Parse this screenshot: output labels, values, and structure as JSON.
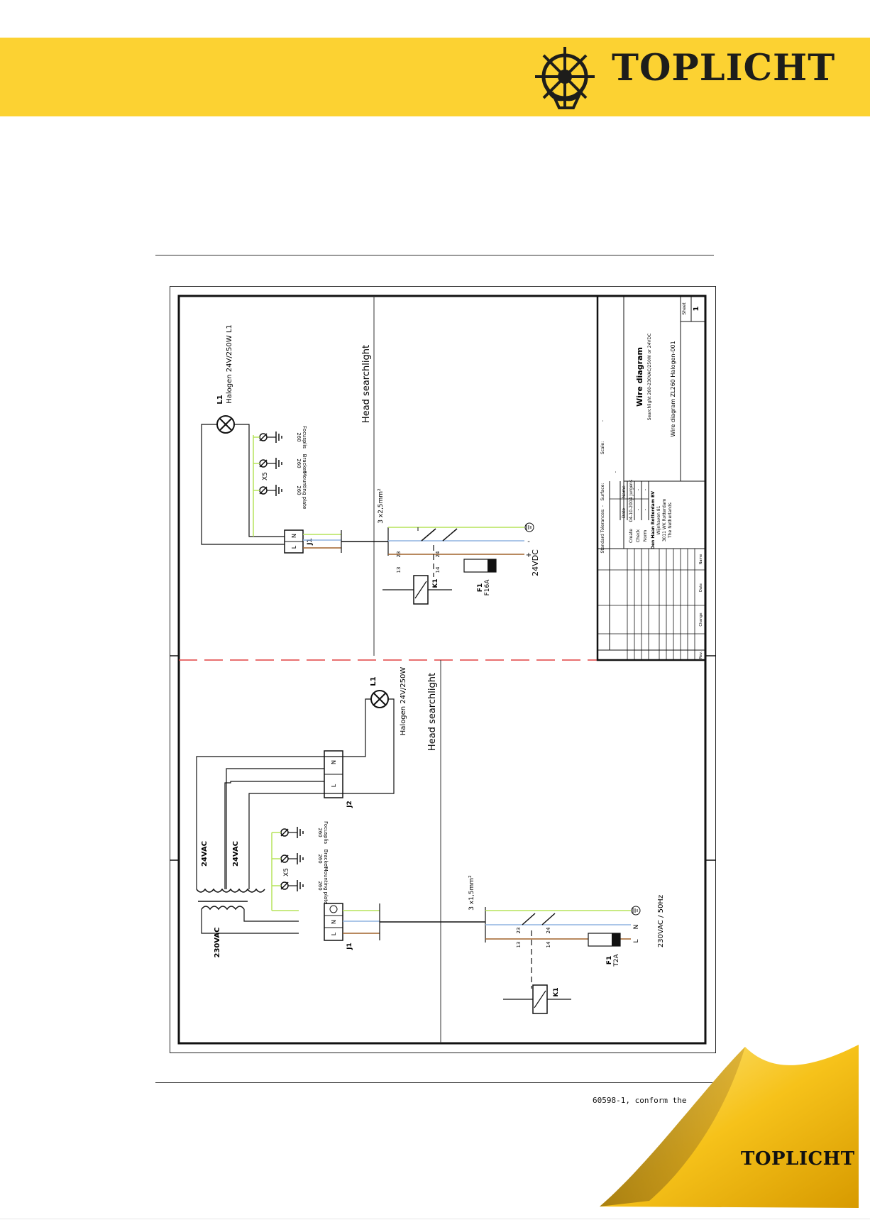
{
  "header": {
    "brand": "TOPLICHT"
  },
  "drawing": {
    "upper_circuit": {
      "lamp_ref": "L1",
      "lamp_spec": "Halogen 24V/250W L1",
      "zone_label": "Head searchlight",
      "cable": "3 x2,5mm²",
      "ground_points": [
        {
          "name": "Mounting plate",
          "num": "260"
        },
        {
          "name": "Bracket",
          "num": "260"
        },
        {
          "name": "Focusplis",
          "num": "260"
        }
      ],
      "ground_ref": "X5",
      "connector": "J1",
      "terminals": [
        "L",
        "N"
      ],
      "contacts": [
        "13",
        "23",
        "14",
        "24"
      ],
      "fuse_ref": "F1",
      "fuse_rating": "F16A",
      "relay_ref": "K1",
      "polarity_minus": "-",
      "polarity_plus": "+",
      "supply": "24VDC"
    },
    "lower_circuit": {
      "lamp_ref": "L1",
      "lamp_spec": "Halogen 24V/250W",
      "zone_label": "Head searchlight",
      "cable": "3 x1,5mm²",
      "connector_upper": "J2",
      "connector_lower": "J1",
      "terminals": [
        "L",
        "N"
      ],
      "transformer_secondary_1": "24VAC",
      "transformer_secondary_2": "24VAC",
      "transformer_primary": "230VAC",
      "ground_points": [
        {
          "name": "Mounting plate",
          "num": "260"
        },
        {
          "name": "Bracket",
          "num": "260"
        },
        {
          "name": "Focusplis",
          "num": "260"
        }
      ],
      "ground_ref": "X5",
      "contacts": [
        "13",
        "23",
        "14",
        "24"
      ],
      "fuse_ref": "F1",
      "fuse_rating": "T2A",
      "relay_ref": "K1",
      "phase_n": "N",
      "phase_l": "L",
      "supply": "230VAC / 50Hz"
    },
    "title_block": {
      "title": "Wire diagram",
      "subtitle": "Searchlight 260-230VAC/250W or 24VDC",
      "drawing_name": "Wire diagram ZL260 Halogen-001",
      "sheet_label": "Sheet",
      "sheet_number": "1",
      "scale_label": "Scale:",
      "scale_value": "-",
      "tolerances_label": "Standard Tolerances:",
      "tolerances_value": "-",
      "surface_label": "Surface:",
      "surface_value": "-",
      "date_label": "Date",
      "name_label": "Name",
      "create_label": "Create",
      "create_date": "04-10-2004",
      "create_name": "J. Jurgens",
      "check_label": "Check",
      "check_date": "-",
      "check_name": "-",
      "norm_label": "Norm",
      "norm_date": "-",
      "norm_name": "-",
      "company_name": "Den Haan Rotterdam BV",
      "company_street": "Wijnhaven 81",
      "company_city": "3011 WK Rotterdam",
      "company_country": "The Netherlands",
      "rev_labels": [
        "Rev.",
        "Change",
        "Date",
        "Name"
      ]
    }
  },
  "footer_text": "60598-1, conform the",
  "corner": {
    "brand": "TOPLICHT"
  },
  "colors": {
    "banner": "#fcd232",
    "ground_wire": "#b5e35a",
    "neutral_wire": "#8fb3e0",
    "live_wire": "#a0622a",
    "divider": "#e04040"
  }
}
